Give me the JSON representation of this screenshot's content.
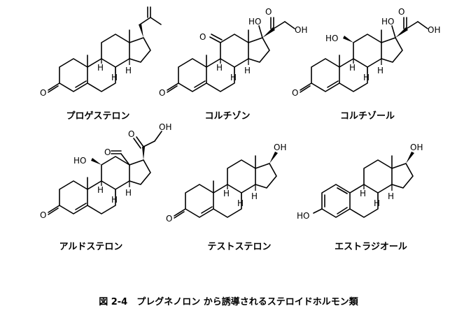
{
  "compounds": [
    {
      "name": "プロゲステロン"
    },
    {
      "name": "コルチゾン"
    },
    {
      "name": "コルチゾール"
    },
    {
      "name": "アルドステロン"
    },
    {
      "name": "テストステロン"
    },
    {
      "name": "エストラジオール"
    }
  ],
  "atom_labels": {
    "O": "O",
    "HO": "HO",
    "OH": "OH",
    "H": "H"
  },
  "caption": "図 2-4　プレグネノロン から誘導されるステロイドホルモン類"
}
